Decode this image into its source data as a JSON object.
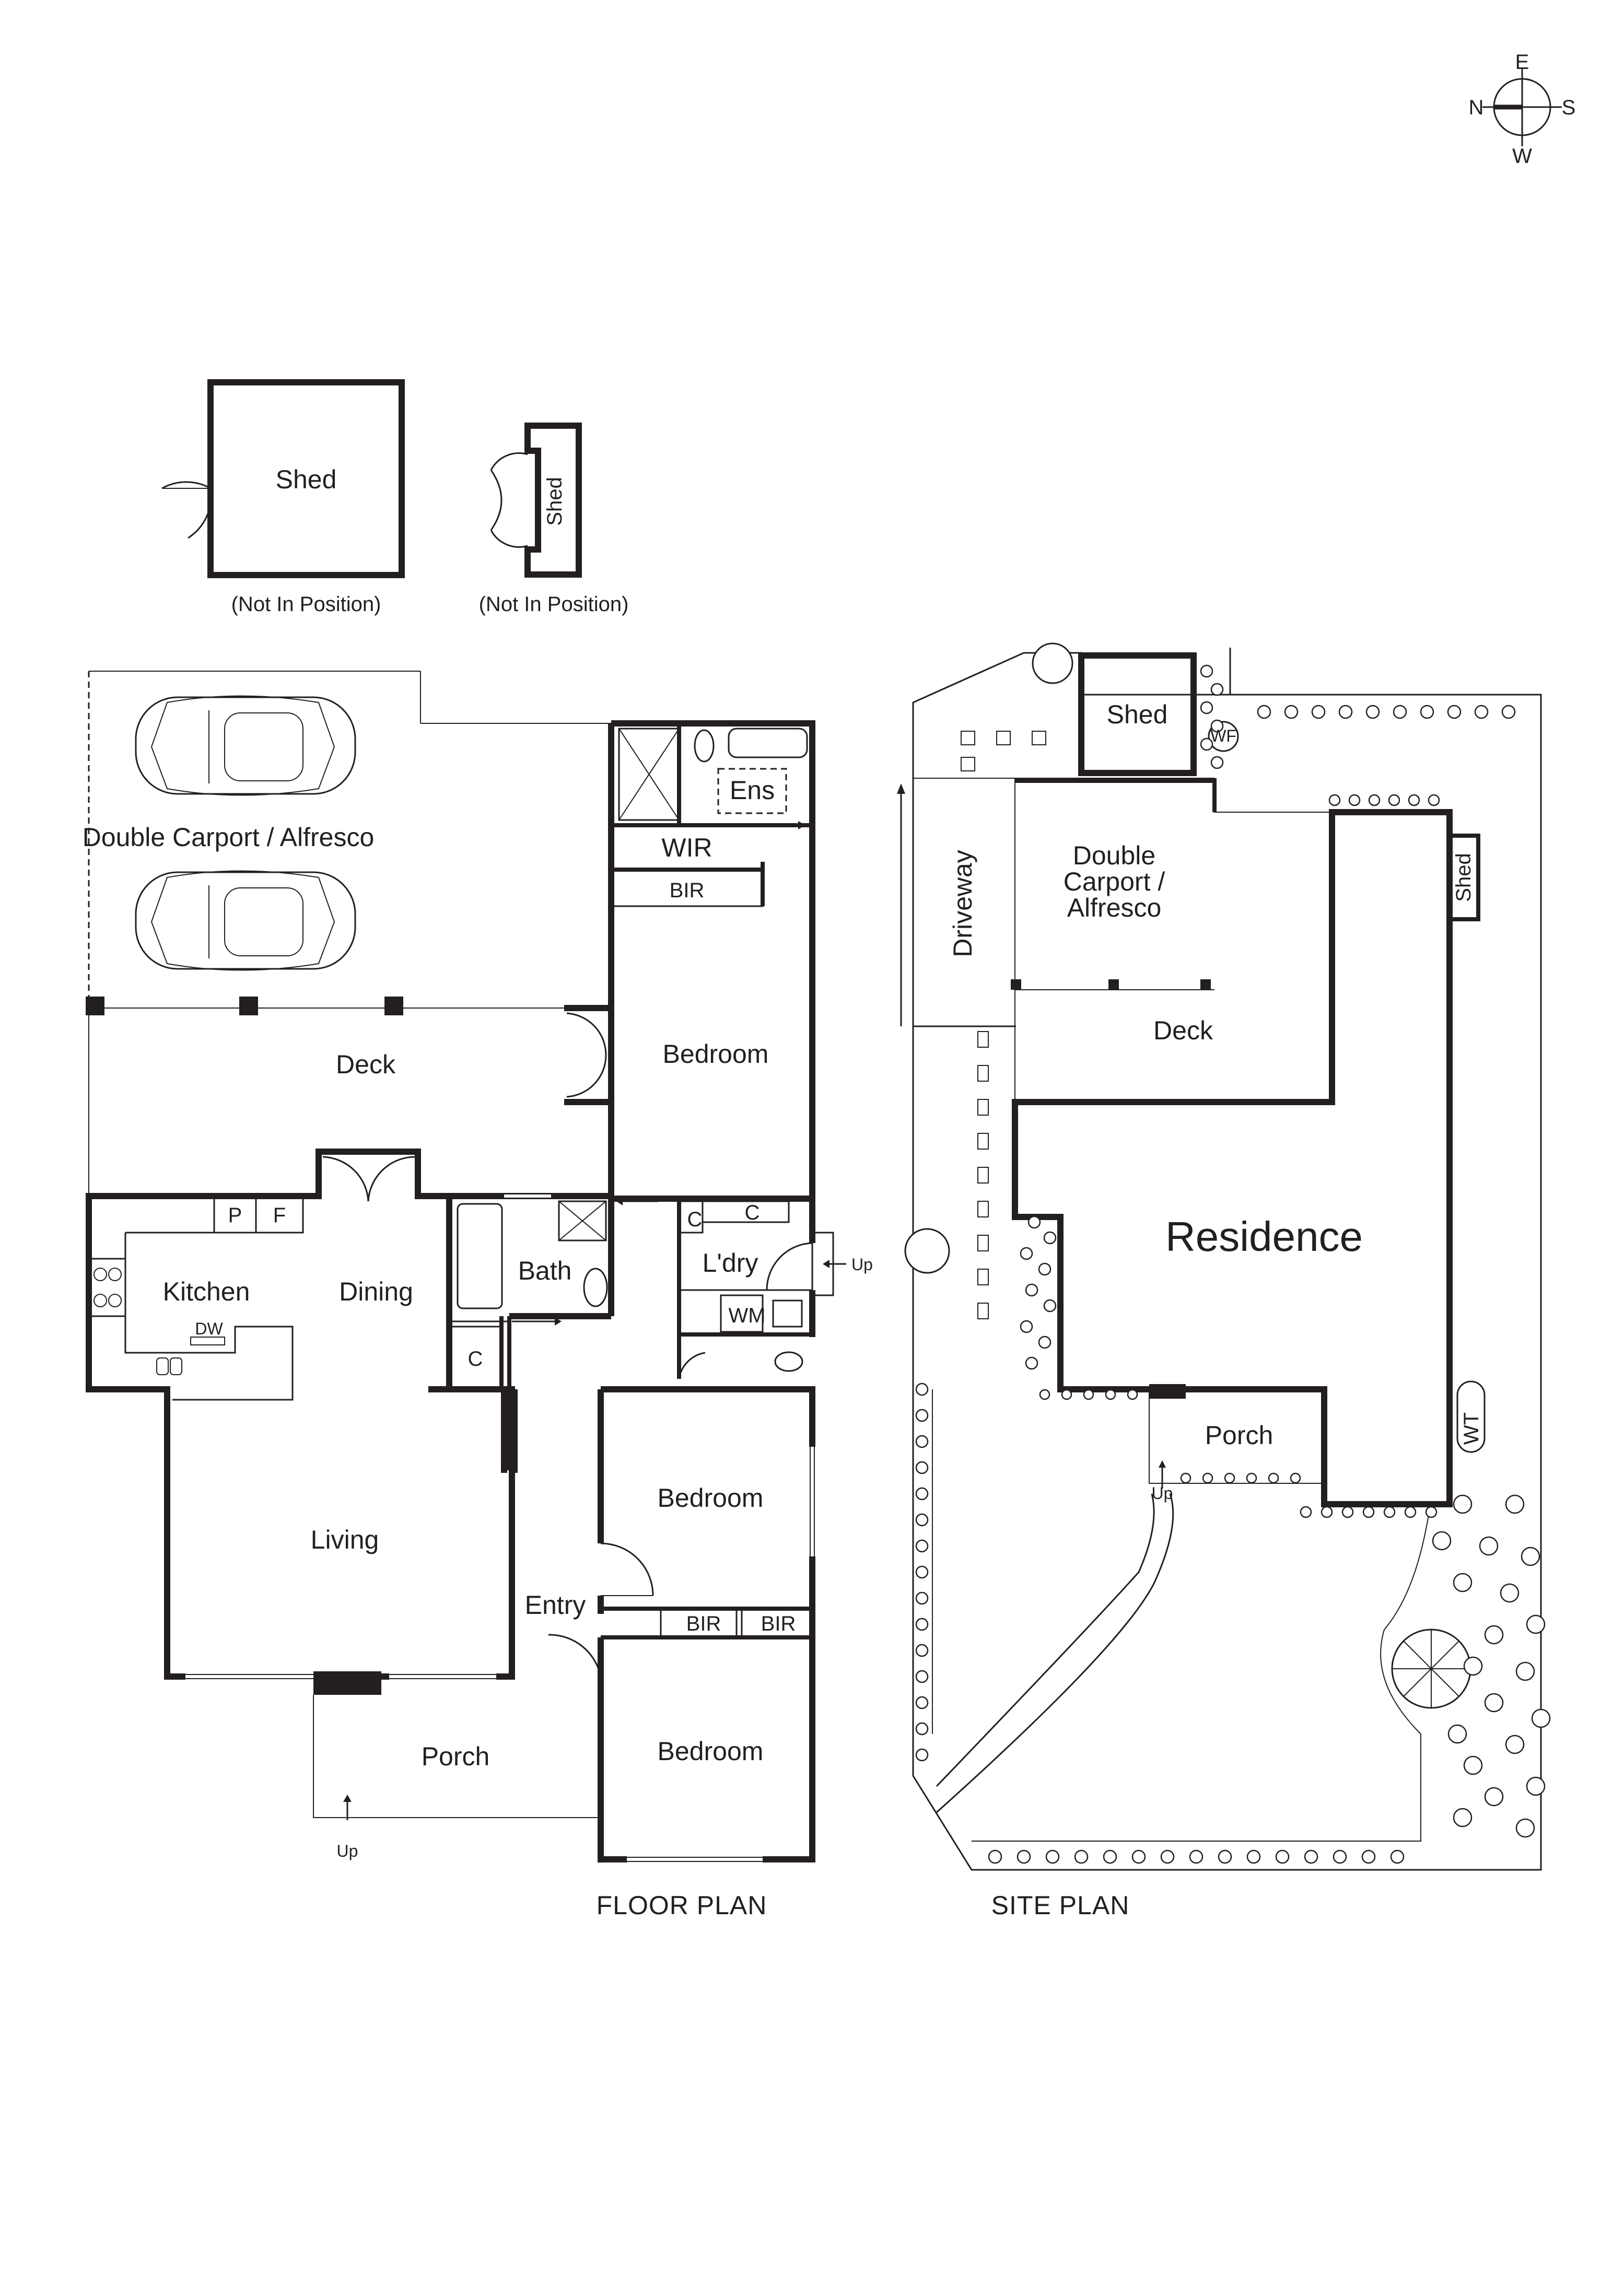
{
  "compass": {
    "n": "N",
    "e": "E",
    "s": "S",
    "w": "W"
  },
  "sheds": {
    "large_label": "Shed",
    "large_note": "(Not In Position)",
    "small_label": "Shed",
    "small_note": "(Not In Position)"
  },
  "floor_plan": {
    "title": "FLOOR PLAN",
    "rooms": {
      "carport": "Double Carport / Alfresco",
      "deck": "Deck",
      "ens": "Ens",
      "wir": "WIR",
      "bir_master": "BIR",
      "bedroom_1": "Bedroom",
      "pantry": "P",
      "fridge": "F",
      "kitchen": "Kitchen",
      "dishwasher": "DW",
      "dining": "Dining",
      "bath": "Bath",
      "cupboard_hall": "C",
      "cupboard_ldry_1": "C",
      "cupboard_ldry_2": "C",
      "laundry": "L'dry",
      "washing_machine": "WM",
      "laundry_up": "Up",
      "bedroom_2": "Bedroom",
      "living": "Living",
      "entry": "Entry",
      "bir_1": "BIR",
      "bir_2": "BIR",
      "bedroom_3": "Bedroom",
      "porch": "Porch",
      "porch_up": "Up"
    }
  },
  "site_plan": {
    "title": "SITE PLAN",
    "labels": {
      "shed_main": "Shed",
      "wf": "WF",
      "driveway": "Driveway",
      "carport": [
        "Double",
        "Carport /",
        "Alfresco"
      ],
      "shed_side": "Shed",
      "deck": "Deck",
      "residence": "Residence",
      "porch": "Porch",
      "up": "Up",
      "wt": "WT"
    }
  }
}
